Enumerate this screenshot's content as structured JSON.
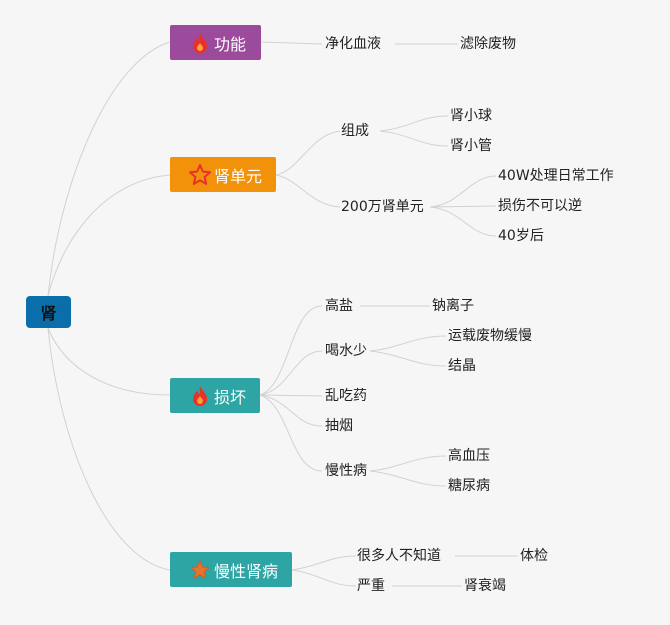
{
  "root": {
    "label": "肾"
  },
  "branches": [
    {
      "label": "功能",
      "icon": "fire-icon",
      "color": "#9b4a9c"
    },
    {
      "label": "肾单元",
      "icon": "star-outline-icon",
      "color": "#f2910a"
    },
    {
      "label": "损坏",
      "icon": "fire-icon",
      "color": "#2ea5a5"
    },
    {
      "label": "慢性肾病",
      "icon": "star-icon",
      "color": "#2ea5a5"
    }
  ],
  "function": {
    "purify": "净化血液",
    "filter_waste": "滤除废物"
  },
  "nephron": {
    "composition": "组成",
    "glomerulus": "肾小球",
    "tubule": "肾小管",
    "count": "200万肾单元",
    "forty_w": "40W处理日常工作",
    "irreversible": "损伤不可以逆",
    "after_forty": "40岁后"
  },
  "damage": {
    "high_salt": "高盐",
    "sodium_ion": "钠离子",
    "little_water": "喝水少",
    "slow_transport": "运载废物缓慢",
    "crystal": "结晶",
    "random_medicine": "乱吃药",
    "smoking": "抽烟",
    "chronic_disease": "慢性病",
    "hypertension": "高血压",
    "diabetes": "糖尿病"
  },
  "ckd": {
    "unknown": "很多人不知道",
    "checkup": "体检",
    "serious": "严重",
    "failure": "肾衰竭"
  }
}
